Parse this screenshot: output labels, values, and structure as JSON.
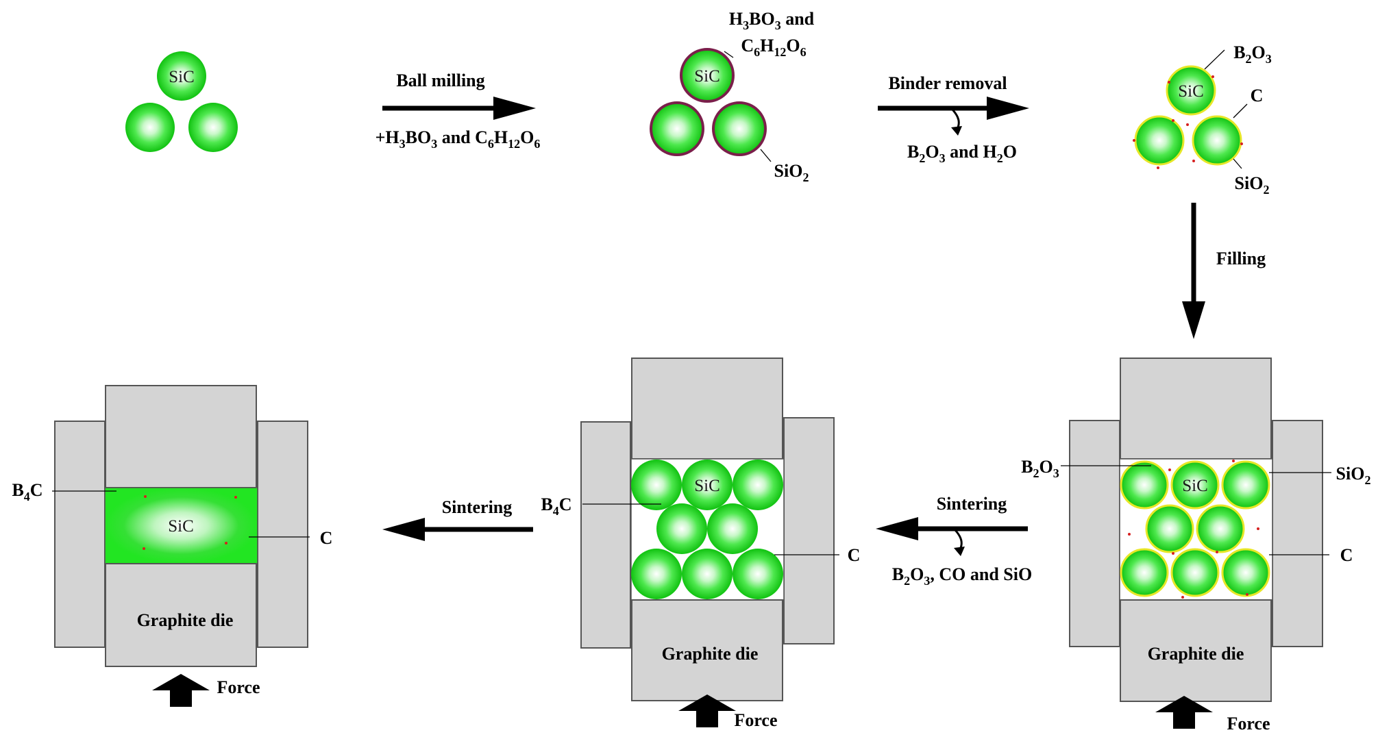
{
  "colors": {
    "particle_core": "#ffffff",
    "particle_mid": "#4ee84e",
    "particle_edge": "#11c211",
    "sio2_shell": "#7a1f4a",
    "c_shell": "#e7e727",
    "die_fill": "#d4d4d4",
    "die_stroke": "#555555",
    "composite_fill": "#22e522"
  },
  "particle_label": "SiC",
  "stage1": {
    "sic": "SiC"
  },
  "step1": {
    "top": "Ball milling",
    "bottom": [
      {
        "t": "+H"
      },
      {
        "t": "3",
        "s": "sub"
      },
      {
        "t": "BO"
      },
      {
        "t": "3",
        "s": "sub"
      },
      {
        "t": " and C"
      },
      {
        "t": "6",
        "s": "sub"
      },
      {
        "t": "H"
      },
      {
        "t": "12",
        "s": "sub"
      },
      {
        "t": "O"
      },
      {
        "t": "6",
        "s": "sub"
      }
    ]
  },
  "stage2": {
    "sic": "SiC",
    "coat_line1": [
      {
        "t": "H"
      },
      {
        "t": "3",
        "s": "sub"
      },
      {
        "t": "BO"
      },
      {
        "t": "3",
        "s": "sub"
      },
      {
        "t": " and"
      }
    ],
    "coat_line2": [
      {
        "t": "C"
      },
      {
        "t": "6",
        "s": "sub"
      },
      {
        "t": "H"
      },
      {
        "t": "12",
        "s": "sub"
      },
      {
        "t": "O"
      },
      {
        "t": "6",
        "s": "sub"
      }
    ],
    "sio2": [
      {
        "t": "SiO"
      },
      {
        "t": "2",
        "s": "sub"
      }
    ]
  },
  "step2": {
    "top": "Binder removal",
    "bottom": [
      {
        "t": "B"
      },
      {
        "t": "2",
        "s": "sub"
      },
      {
        "t": "O"
      },
      {
        "t": "3",
        "s": "sub"
      },
      {
        "t": " and H"
      },
      {
        "t": "2",
        "s": "sub"
      },
      {
        "t": "O"
      }
    ]
  },
  "stage3": {
    "sic": "SiC",
    "b2o3": [
      {
        "t": "B"
      },
      {
        "t": "2",
        "s": "sub"
      },
      {
        "t": "O"
      },
      {
        "t": "3",
        "s": "sub"
      }
    ],
    "c": "C",
    "sio2": [
      {
        "t": "SiO"
      },
      {
        "t": "2",
        "s": "sub"
      }
    ]
  },
  "step3": {
    "label": "Filling"
  },
  "die_right": {
    "sic": "SiC",
    "b2o3": [
      {
        "t": "B"
      },
      {
        "t": "2",
        "s": "sub"
      },
      {
        "t": "O"
      },
      {
        "t": "3",
        "s": "sub"
      }
    ],
    "sio2": [
      {
        "t": "SiO"
      },
      {
        "t": "2",
        "s": "sub"
      }
    ],
    "c": "C",
    "die": "Graphite die",
    "force": "Force"
  },
  "step4": {
    "top": "Sintering",
    "bottom": [
      {
        "t": "B"
      },
      {
        "t": "2",
        "s": "sub"
      },
      {
        "t": "O"
      },
      {
        "t": "3",
        "s": "sub"
      },
      {
        "t": ", CO and SiO"
      }
    ]
  },
  "die_middle": {
    "sic": "SiC",
    "b4c": [
      {
        "t": "B"
      },
      {
        "t": "4",
        "s": "sub"
      },
      {
        "t": "C"
      }
    ],
    "c": "C",
    "die": "Graphite die",
    "force": "Force"
  },
  "step5": {
    "top": "Sintering"
  },
  "die_left": {
    "sic": "SiC",
    "b4c": [
      {
        "t": "B"
      },
      {
        "t": "4",
        "s": "sub"
      },
      {
        "t": "C"
      }
    ],
    "c": "C",
    "die": "Graphite die",
    "force": "Force"
  }
}
